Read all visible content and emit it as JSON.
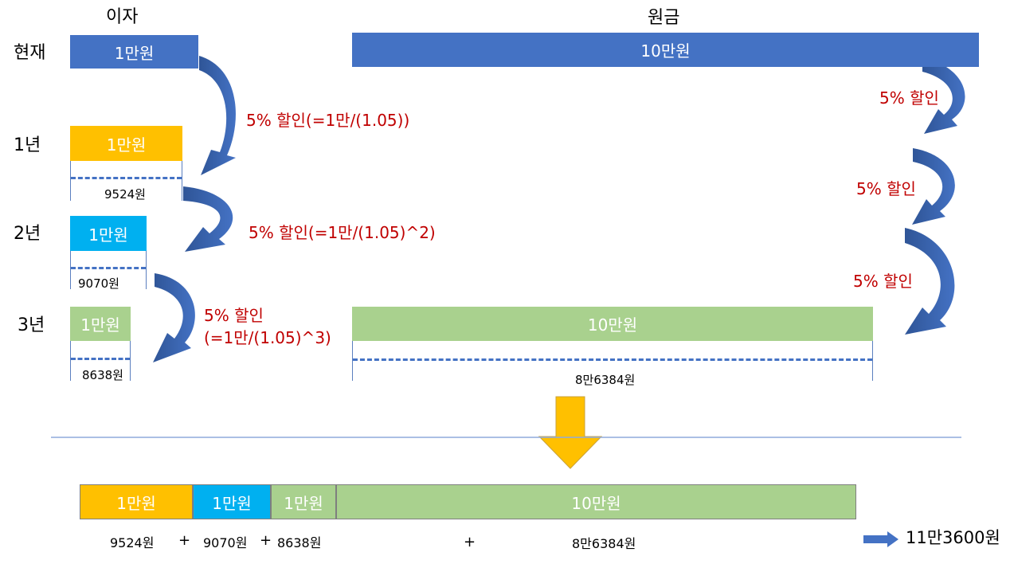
{
  "headers": {
    "interest": "이자",
    "principal": "원금"
  },
  "rows": {
    "now": "현재",
    "y1": "1년",
    "y2": "2년",
    "y3": "3년"
  },
  "boxes": {
    "now_interest": "1만원",
    "now_principal": "10만원",
    "y1_interest": "1만원",
    "y2_interest": "1만원",
    "y3_interest": "1만원",
    "y3_principal": "10만원"
  },
  "present_values": {
    "y1": "9524원",
    "y2": "9070원",
    "y3": "8638원",
    "principal": "8만6384원"
  },
  "discount_labels": {
    "y1": "5% 할인(=1만/(1.05))",
    "y2": "5% 할인(=1만/(1.05)^2)",
    "y3_line1": "5% 할인",
    "y3_line2": "(=1만/(1.05)^3)",
    "principal_1": "5% 할인",
    "principal_2": "5% 할인",
    "principal_3": "5% 할인"
  },
  "summary": {
    "boxes": [
      "1만원",
      "1만원",
      "1만원",
      "10만원"
    ],
    "values": [
      "9524원",
      "9070원",
      "8638원",
      "8만6384원"
    ],
    "plus": "+",
    "total": "11만3600원"
  },
  "colors": {
    "blue": "#4472c4",
    "gold": "#ffc000",
    "cyan": "#00b0f0",
    "green": "#a9d18e",
    "red_text": "#c00000",
    "divider": "#8faadc"
  },
  "icons": [
    "curved-arrow-icon",
    "down-arrow-icon",
    "right-arrow-icon"
  ]
}
